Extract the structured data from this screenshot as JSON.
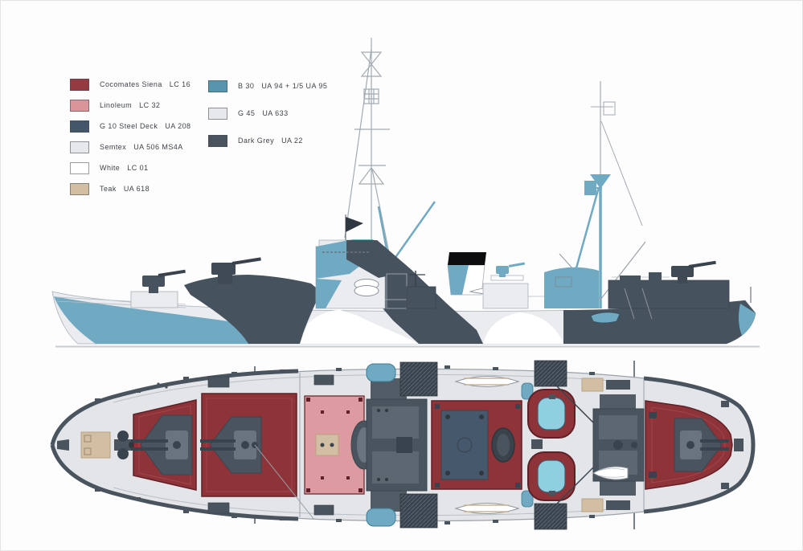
{
  "legend": {
    "left": [
      {
        "name": "Cocomates Siena",
        "code": "LC 16",
        "color": "#943a40"
      },
      {
        "name": "Linoleum",
        "code": "LC 32",
        "color": "#d9959a"
      },
      {
        "name": "G 10 Steel Deck",
        "code": "UA 208",
        "color": "#44566a"
      },
      {
        "name": "Semtex",
        "code": "UA 506 MS4A",
        "color": "#e6e8eb"
      },
      {
        "name": "White",
        "code": "LC 01",
        "color": "#ffffff"
      },
      {
        "name": "Teak",
        "code": "UA 618",
        "color": "#d2bfa3"
      }
    ],
    "right": [
      {
        "name": "B 30",
        "code": "UA 94 + 1/5 UA 95",
        "color": "#5695ac"
      },
      {
        "name": "G 45",
        "code": "UA 633",
        "color": "#e6e8eb"
      },
      {
        "name": "Dark Grey",
        "code": "UA 22",
        "color": "#49545f"
      }
    ]
  },
  "palette": {
    "red": "#8e3439",
    "red_dark": "#5f2127",
    "pink": "#dc9ba0",
    "steel": "#46586b",
    "semtex": "#e3e5e8",
    "white": "#ffffff",
    "teak": "#d2bfa3",
    "teak_dark": "#b9a383",
    "blue": "#6fa9c2",
    "blue_deep": "#5695ac",
    "teal_light": "#8fd0e0",
    "dark": "#46525e",
    "darker": "#39434e",
    "hull_light": "#eaecef",
    "outline": "#a8b0b8",
    "black": "#0d0d0f",
    "waterline": "#c7ccd1"
  }
}
